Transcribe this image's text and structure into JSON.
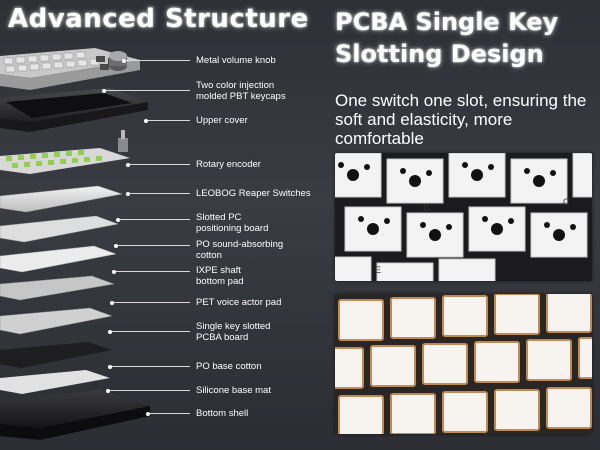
{
  "headings": {
    "left": "Advanced Structure",
    "right_line1": "PCBA Single Key",
    "right_line2": "Slotting Design"
  },
  "description": "One switch one slot, ensuring the soft and elasticity, more comfortable",
  "layers": [
    {
      "name": "layer-label-knob",
      "text": "Metal volume knob"
    },
    {
      "name": "layer-label-keycaps",
      "text": "Two color injection\nmolded PBT keycaps"
    },
    {
      "name": "layer-label-upper-cover",
      "text": "Upper cover"
    },
    {
      "name": "layer-label-rotary-encoder",
      "text": "Rotary encoder"
    },
    {
      "name": "layer-label-switches",
      "text": "LEOBOG Reaper Switches"
    },
    {
      "name": "layer-label-positioning-board",
      "text": "Slotted PC\npositioning board"
    },
    {
      "name": "layer-label-sound-cotton",
      "text": "PO sound-absorbing\ncotton"
    },
    {
      "name": "layer-label-ixpe-pad",
      "text": "IXPE shaft\nbottom pad"
    },
    {
      "name": "layer-label-pet-pad",
      "text": "PET voice actor pad"
    },
    {
      "name": "layer-label-pcba-board",
      "text": "Single key slotted\nPCBA board"
    },
    {
      "name": "layer-label-base-cotton",
      "text": "PO base cotton"
    },
    {
      "name": "layer-label-silicone-mat",
      "text": "Silicone base mat"
    },
    {
      "name": "layer-label-bottom-shell",
      "text": "Bottom shell"
    }
  ],
  "pcb_key_letters": [
    "D",
    "C",
    "E"
  ],
  "colors": {
    "background": "#33353b",
    "heading_text": "#ffffff",
    "switch_stem": "#8fd14f",
    "pcb_slot_copper": "#c08a55"
  }
}
